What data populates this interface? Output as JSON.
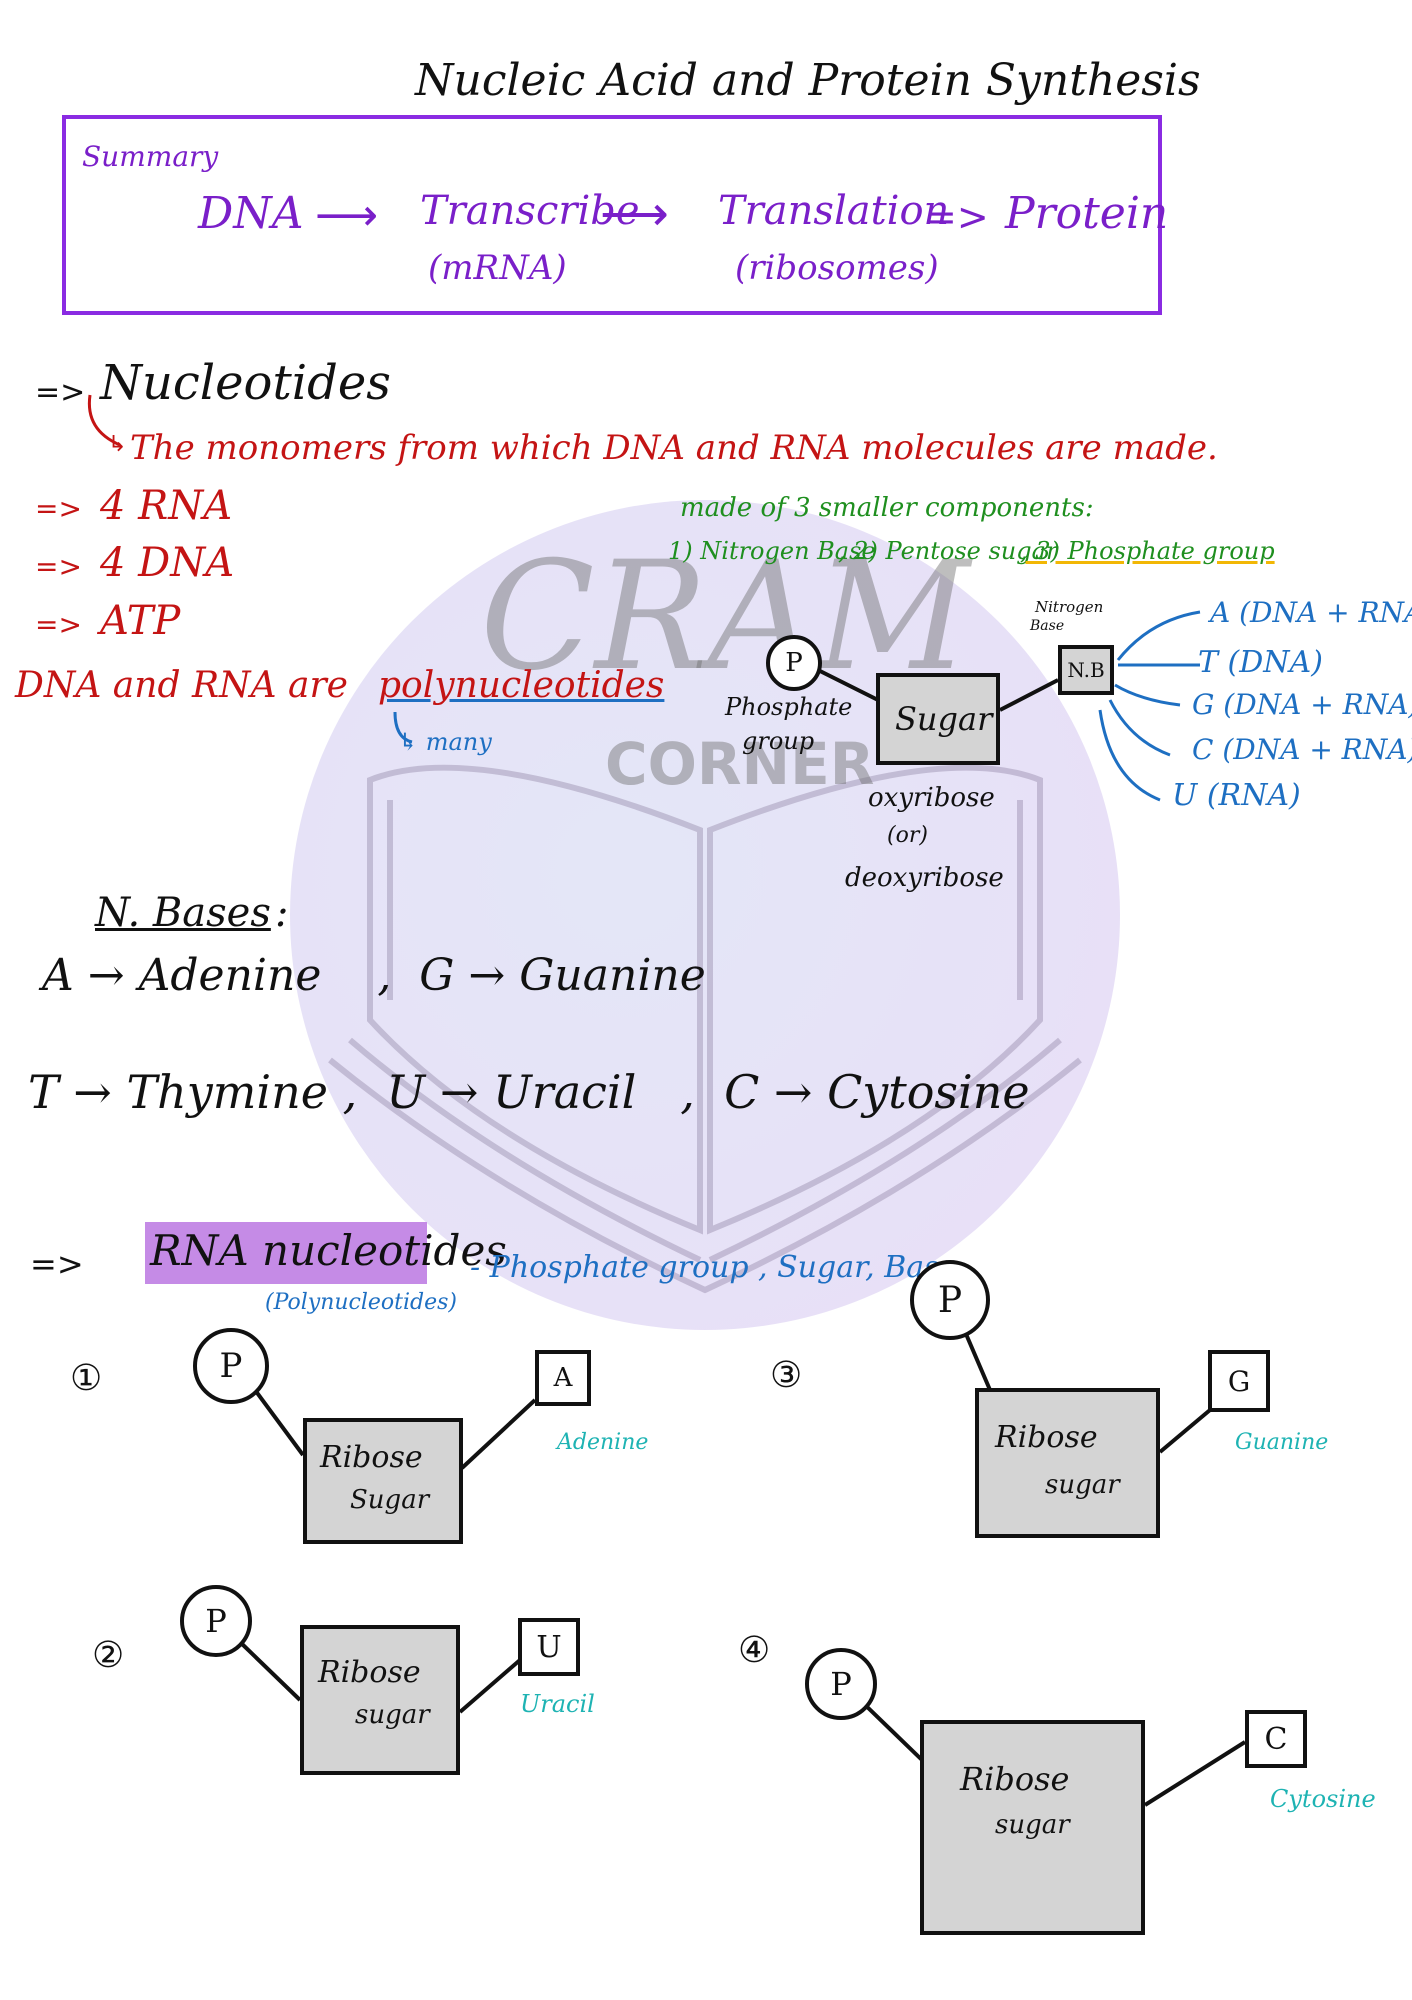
{
  "title": "Nucleic Acid and Protein Synthesis",
  "summary": {
    "label": "Summary",
    "dna": "DNA",
    "arrow1": "⟶",
    "transcribe": "Transcribe",
    "transcribe_sub": "(mRNA)",
    "arrow2": "⟶",
    "translation": "Translation",
    "translation_sub": "(ribosomes)",
    "arrow3": "=>",
    "protein": "Protein"
  },
  "nucleotides": {
    "arrow": "=>",
    "heading": "Nucleotides",
    "hook": "↳",
    "definition": "The monomers from which DNA and RNA molecules are made.",
    "items": [
      {
        "arrow": "=>",
        "text": "4 RNA"
      },
      {
        "arrow": "=>",
        "text": "4 DNA"
      },
      {
        "arrow": "=>",
        "text": "ATP"
      }
    ],
    "poly_prefix": "DNA and RNA are",
    "poly_word": "polynucleotides",
    "poly_note": "↳ many"
  },
  "components": {
    "heading": "made of 3 smaller components:",
    "line_1": "1) Nitrogen Base",
    "line_2": ", 2) Pentose sugar",
    "line_3": ", 3) Phosphate group"
  },
  "diagram": {
    "phosphate_symbol": "P",
    "phosphate_label_1": "Phosphate",
    "phosphate_label_2": "group",
    "sugar_label": "Sugar",
    "sugar_sub_1": "oxyribose",
    "sugar_sub_2": "(or)",
    "sugar_sub_3": "deoxyribose",
    "base_box": "N.B",
    "base_label_1": "Nitrogen",
    "base_label_2": "Base",
    "bases": [
      "A (DNA + RNA)",
      "T (DNA)",
      "G (DNA + RNA)",
      "C (DNA + RNA)",
      "U (RNA)"
    ]
  },
  "nbases": {
    "heading": "N. Bases",
    "colon": ":",
    "row1": "A → Adenine    ,  G → Guanine",
    "row2": "T → Thymine ,  U → Uracil   ,  C → Cytosine"
  },
  "rna_section": {
    "arrow": "=>",
    "heading": "RNA nucleotides",
    "sub": "(Polynucleotides)",
    "desc": "- Phosphate group , Sugar, Base",
    "highlight_color": "#c58be6",
    "nucleotides": [
      {
        "num": "①",
        "p": "P",
        "sugar_1": "Ribose",
        "sugar_2": "Sugar",
        "base": "A",
        "base_name": "Adenine"
      },
      {
        "num": "②",
        "p": "P",
        "sugar_1": "Ribose",
        "sugar_2": "sugar",
        "base": "U",
        "base_name": "Uracil"
      },
      {
        "num": "③",
        "p": "P",
        "sugar_1": "Ribose",
        "sugar_2": "sugar",
        "base": "G",
        "base_name": "Guanine"
      },
      {
        "num": "④",
        "p": "P",
        "sugar_1": "Ribose",
        "sugar_2": "sugar",
        "base": "C",
        "base_name": "Cytosine"
      }
    ]
  },
  "watermark": {
    "word1": "CRAM",
    "word2": "CORNER"
  }
}
